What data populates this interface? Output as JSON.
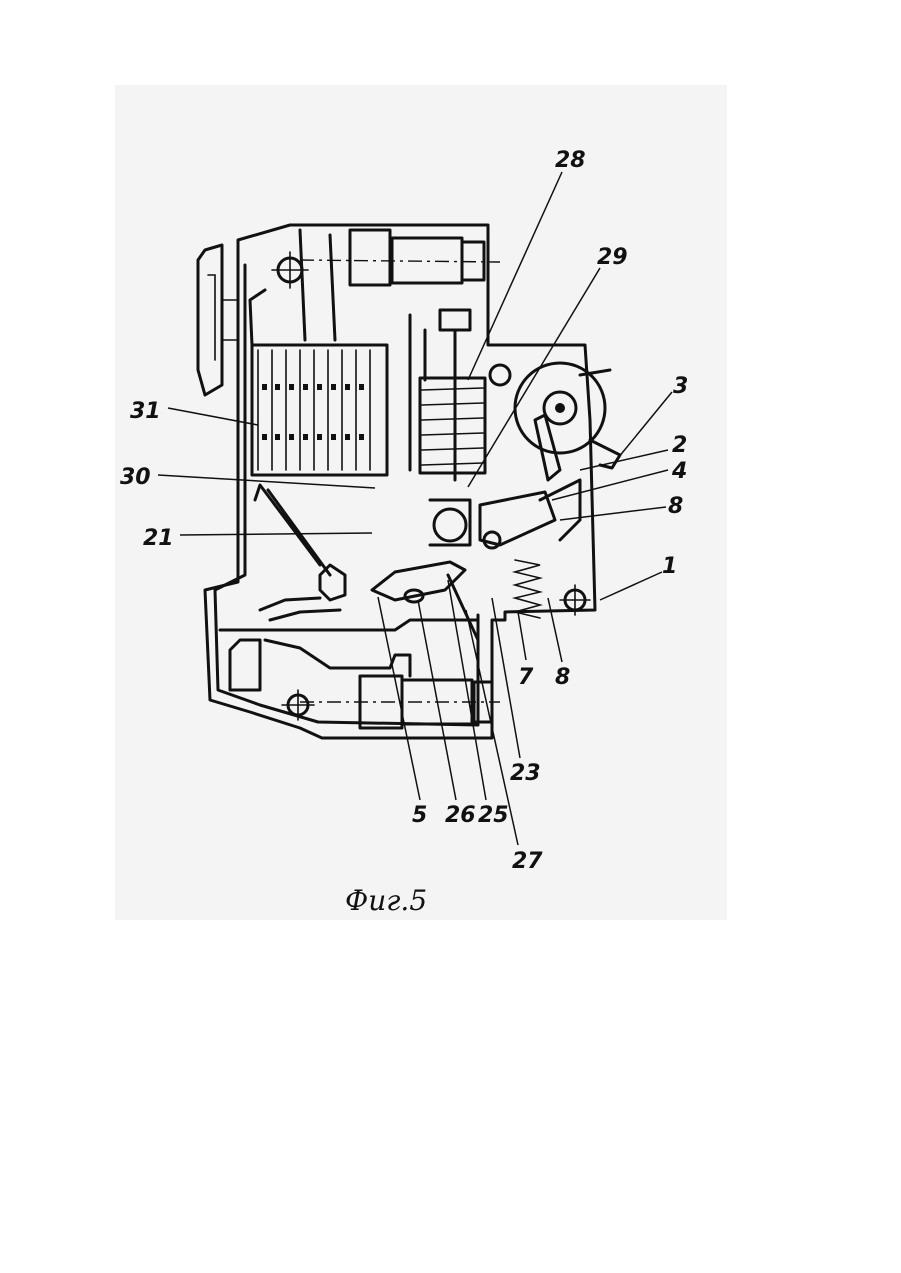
{
  "figure": {
    "caption": "Фиг.5",
    "labels": [
      "28",
      "29",
      "3",
      "31",
      "2",
      "30",
      "4",
      "8",
      "21",
      "1",
      "7",
      "8",
      "23",
      "5",
      "26",
      "25",
      "27"
    ]
  }
}
